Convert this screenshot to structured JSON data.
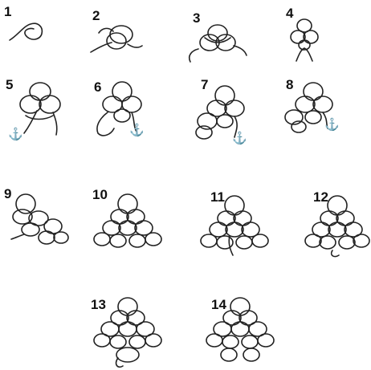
{
  "steps": [
    {
      "label": "1"
    },
    {
      "label": "2"
    },
    {
      "label": "3"
    },
    {
      "label": "4"
    },
    {
      "label": "5",
      "icon": "anchor-icon"
    },
    {
      "label": "6",
      "icon": "anchor-icon"
    },
    {
      "label": "7",
      "icon": "anchor-icon"
    },
    {
      "label": "8",
      "icon": "anchor-icon"
    },
    {
      "label": "9"
    },
    {
      "label": "10"
    },
    {
      "label": "11"
    },
    {
      "label": "12"
    },
    {
      "label": "13"
    },
    {
      "label": "14"
    }
  ],
  "anchor_glyph": "⚓",
  "colors": {
    "line": "#222222",
    "background": "#ffffff"
  }
}
